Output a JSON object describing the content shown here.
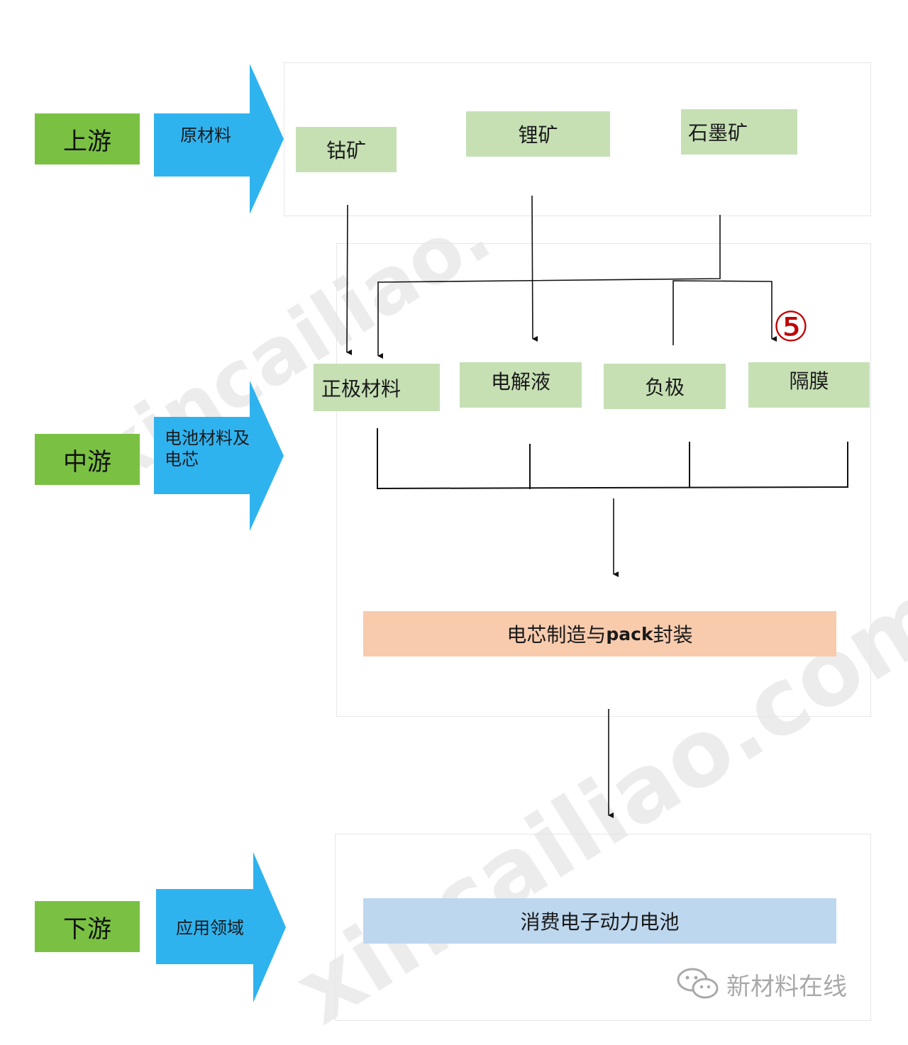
{
  "stages": {
    "upstream": "上游",
    "midstream": "中游",
    "downstream": "下游"
  },
  "arrows": {
    "raw_materials": "原材料",
    "battery_materials_line1": "电池材料及",
    "battery_materials_line2": "电芯",
    "applications": "应用领域"
  },
  "upstream_boxes": {
    "cobalt": "钴矿",
    "lithium": "锂矿",
    "graphite": "石墨矿"
  },
  "midstream_boxes": {
    "cathode": "正极材料",
    "electrolyte": "电解液",
    "anode": "负极",
    "separator": "隔膜"
  },
  "circled_marker": "⑤",
  "manufacturing": {
    "prefix": "电芯制造与",
    "pack": "pack",
    "suffix": "封装"
  },
  "downstream_box": "消费电子动力电池",
  "watermark": {
    "top": "xincailiao.",
    "bottom": "xincailiao.com"
  },
  "brand": "新材料在线",
  "colors": {
    "stage_green": "#7ac143",
    "light_green": "#c6e0b4",
    "arrow_blue": "#2fb3ef",
    "orange_box": "#f8cbad",
    "blue_box": "#bdd7ee",
    "marker_red": "#c00000"
  }
}
